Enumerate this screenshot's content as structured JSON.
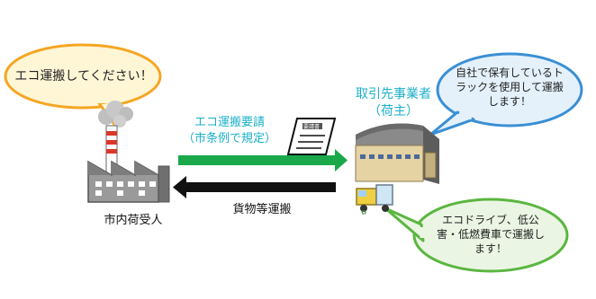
{
  "bubbles": {
    "shipper": "エコ運搬してください！",
    "business": "自社で保有しているトラックを使用して運搬します！",
    "driver": "エコドライブ、低公害・低燃費車で運搬します！"
  },
  "business_label": {
    "line1": "取引先事業者",
    "line2": "（荷主）"
  },
  "request_label": {
    "line1": "エコ運搬要請",
    "line2": "（市条例で規定）"
  },
  "request_doc": "要請書",
  "transport_label": "貨物等運搬",
  "shipper_label": "市内荷受人",
  "colors": {
    "green": "#1aa84b",
    "black": "#111111",
    "teal_text": "#1ab0c8",
    "bubble_orange": "#f5a623",
    "bubble_blue": "#3a8fd4",
    "bubble_green": "#5bb640"
  }
}
